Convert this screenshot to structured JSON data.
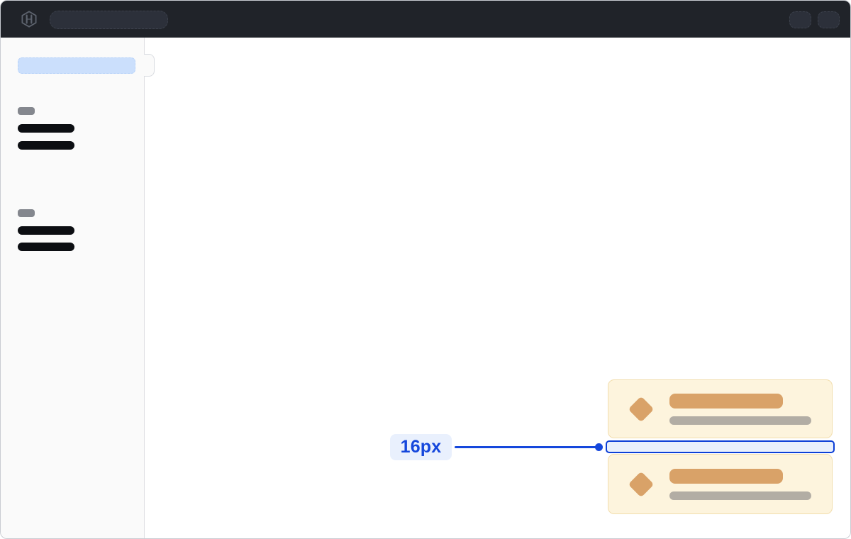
{
  "measurement": {
    "label": "16px"
  },
  "header": {
    "logo_icon": "hashicorp-logo-icon",
    "search_skeleton": true,
    "action_skeleton_count": 2
  },
  "sidebar": {
    "active_item_skeleton": true,
    "toggle_handle": true,
    "groups": [
      {
        "label_skeleton": true,
        "item_skeleton_count": 2
      },
      {
        "label_skeleton": true,
        "item_skeleton_count": 2
      }
    ]
  },
  "cards": {
    "count": 2,
    "icon": "diamond-icon",
    "title_skeleton": true,
    "subtitle_skeleton": true
  },
  "colors": {
    "accent": "#1547dc",
    "gap-fill": "#e9f0fc",
    "gap-border": "#0c3fd6",
    "label-bg": "#e9f0fd",
    "card-bg": "#fdf4dd",
    "card-border": "#f2deae",
    "orange": "#d9a268",
    "graybar": "#b2ada4",
    "header-bg": "#202329",
    "header-pill": "#2c303a",
    "sidebar-bg": "#fafafa",
    "active-fill": "#cbdffc",
    "skeleton-dark": "#0c0e12",
    "skeleton-gray": "#84878e",
    "divider": "#dedfe3",
    "frame-border": "#c9ccd2",
    "logo-gray": "#5d636e"
  }
}
